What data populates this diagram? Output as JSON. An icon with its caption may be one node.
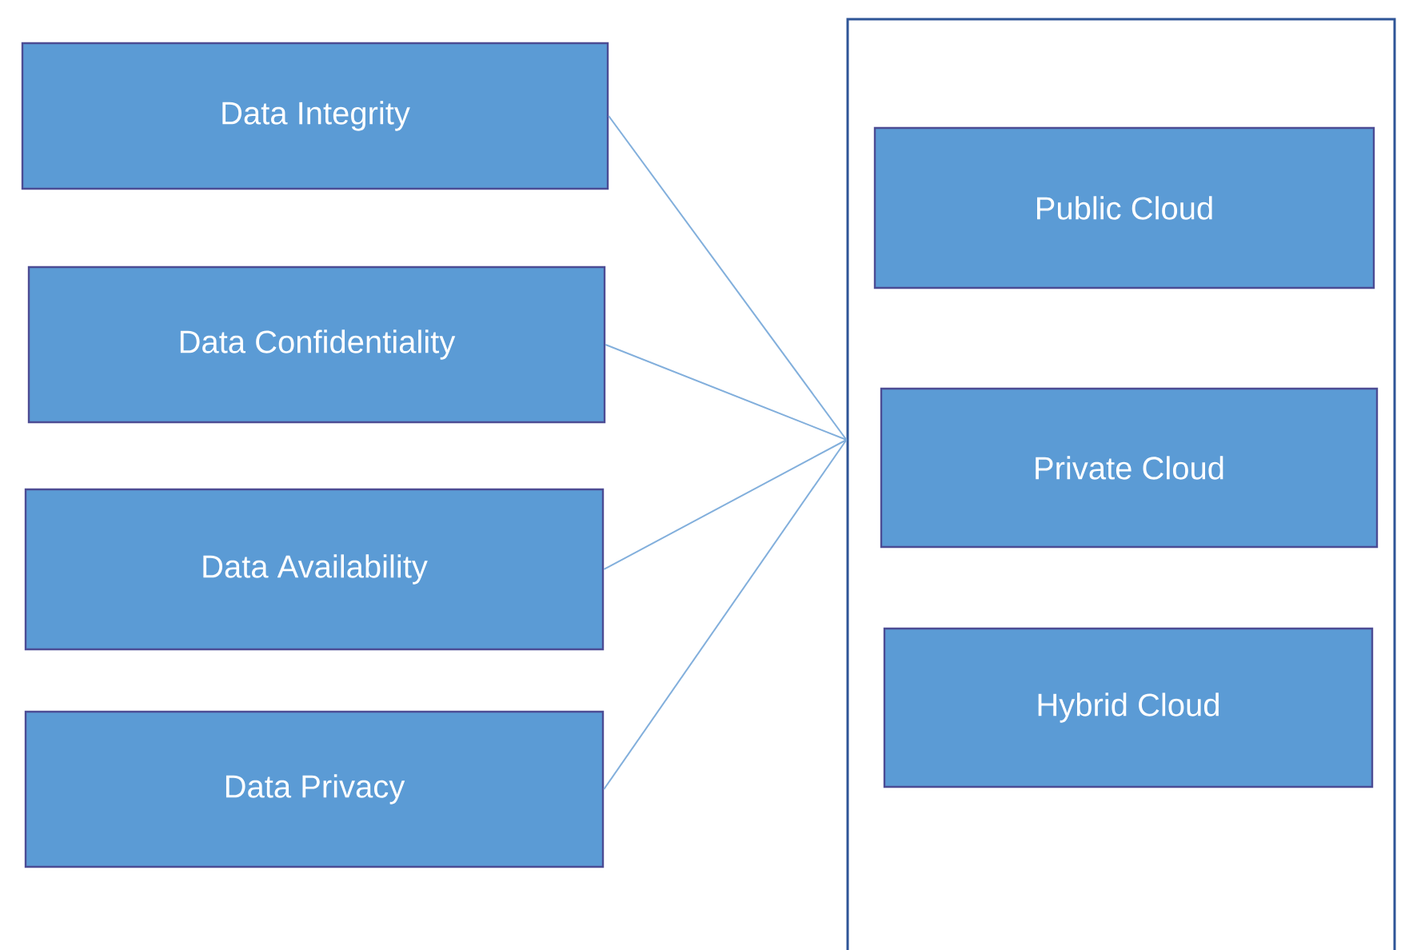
{
  "diagram": {
    "nodes": [
      {
        "text": [
          "Data Integrity"
        ]
      },
      {
        "text": [
          "Data Confidentiality"
        ]
      },
      {
        "text": [
          "Data Availability"
        ]
      },
      {
        "text": [
          "Data Privacy"
        ]
      },
      {
        "text": [],
        "shape": "box"
      },
      {
        "text": [
          "Public Cloud"
        ],
        "in": 4
      },
      {
        "text": [
          "Private Cloud"
        ],
        "in": 4
      },
      {
        "text": [
          "Hybrid Cloud"
        ],
        "in": 4
      }
    ],
    "edges": [
      {
        "from": 0,
        "to": 4,
        "arrow": "none"
      },
      {
        "from": 1,
        "to": 4,
        "arrow": "none"
      },
      {
        "from": 2,
        "to": 4,
        "arrow": "none"
      },
      {
        "from": 3,
        "to": 4,
        "arrow": "none"
      }
    ]
  }
}
